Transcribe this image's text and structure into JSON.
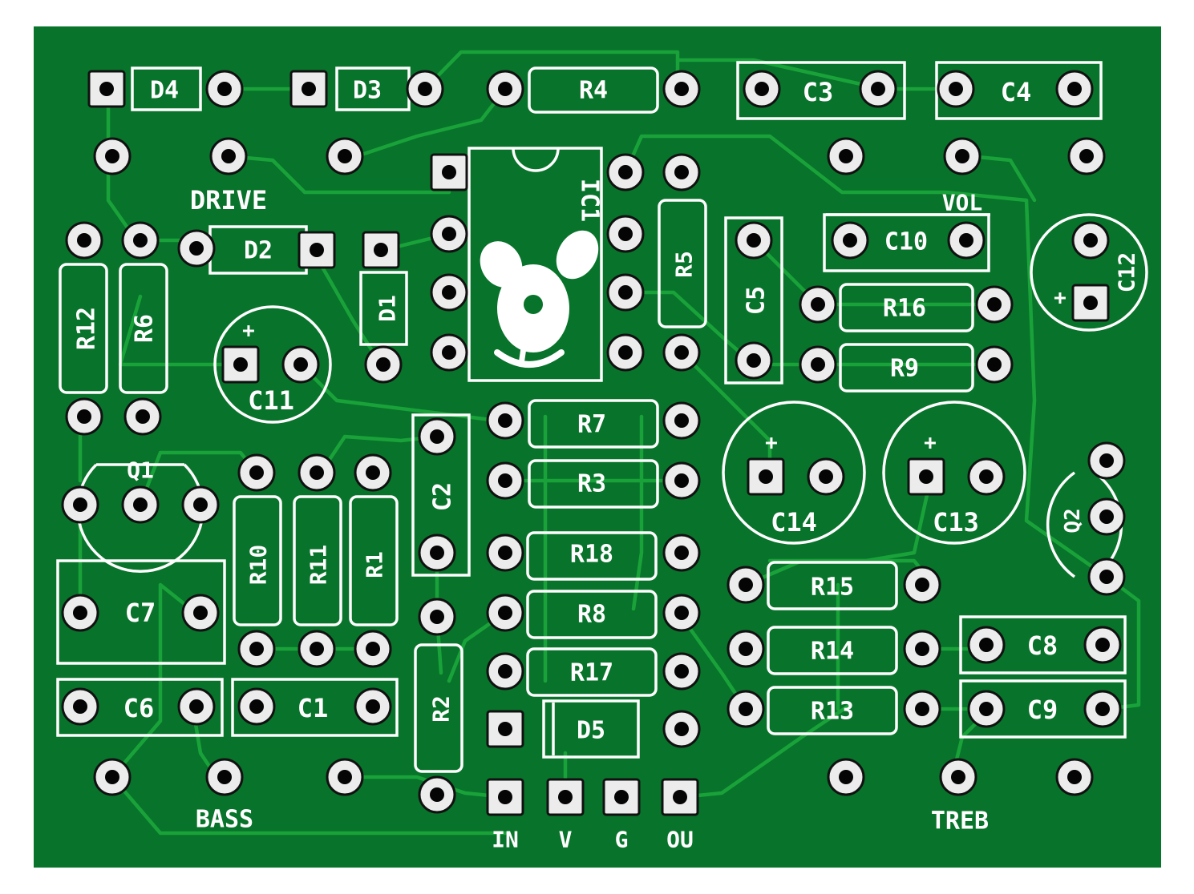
{
  "colors": {
    "board": "#08732a",
    "trace": "#1aa23a",
    "silkscreen": "#ffffff",
    "pad": "#ececec",
    "drill": "#050505"
  },
  "board": {
    "component_labels": [
      "D4",
      "D3",
      "R4",
      "C3",
      "C4",
      "IC1",
      "DRIVE",
      "VOL",
      "D2",
      "D1",
      "R5",
      "C5",
      "C10",
      "R16",
      "R9",
      "C12",
      "R12",
      "R6",
      "C11",
      "R7",
      "R3",
      "C14",
      "C13",
      "Q1",
      "C2",
      "R18",
      "Q2",
      "R10",
      "R11",
      "R1",
      "C7",
      "R15",
      "R8",
      "R14",
      "C8",
      "R17",
      "R13",
      "C9",
      "C6",
      "C1",
      "R2",
      "D5",
      "BASS",
      "TREB"
    ],
    "connector_labels": [
      "IN",
      "V",
      "G",
      "OU"
    ],
    "logo": "mascot-logo"
  }
}
